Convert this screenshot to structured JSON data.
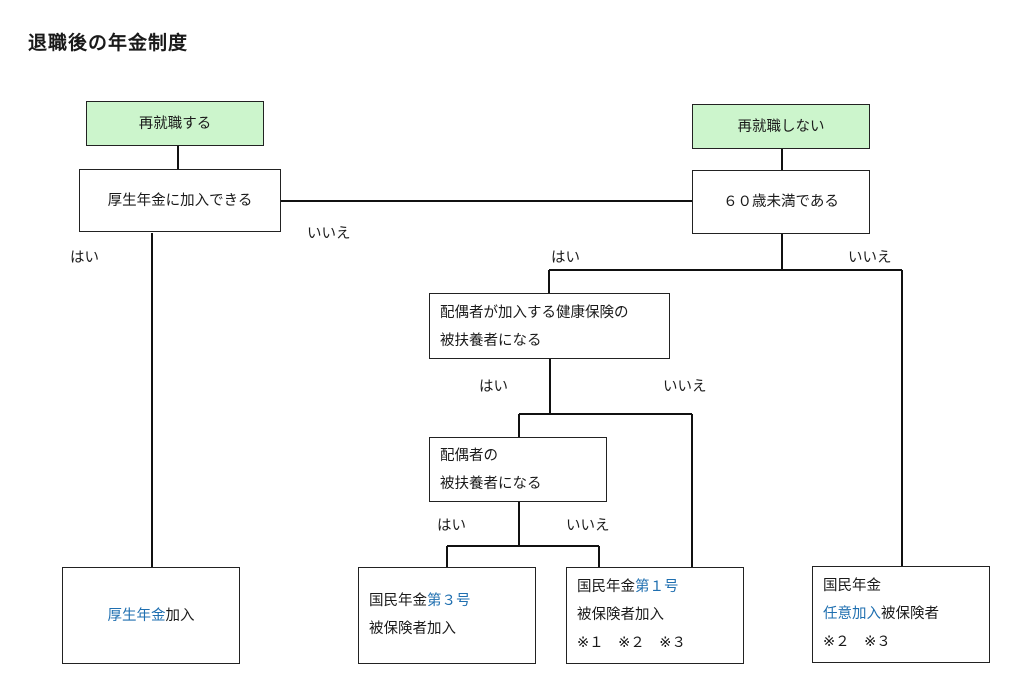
{
  "title": "退職後の年金制度",
  "boxes": {
    "reemploy": "再就職する",
    "no_reemploy": "再就職しない",
    "kosei_q": "厚生年金に加入できる",
    "under60_q": "６０歳未満である",
    "spouse_health_q": [
      "配偶者が加入する健康保険の",
      "被扶養者になる"
    ],
    "spouse_dep_q": [
      "配偶者の",
      "被扶養者になる"
    ],
    "kosei_join": {
      "highlight": "厚生年金",
      "rest": "加入"
    },
    "kokumin3": {
      "prefix": "国民年金",
      "highlight": "第３号",
      "line2": "被保険者加入"
    },
    "kokumin1": {
      "prefix": "国民年金",
      "highlight": "第１号",
      "line2": "被保険者加入",
      "line3": "※１　※２　※３"
    },
    "voluntary": {
      "line1": "国民年金",
      "highlight": "任意加入",
      "rest": "被保険者",
      "line3": "※２　※３"
    }
  },
  "labels": {
    "yes_1": "はい",
    "no_1": "いいえ",
    "yes_2": "はい",
    "no_2": "いいえ",
    "yes_3": "はい",
    "no_3": "いいえ",
    "yes_4": "はい",
    "no_4": "いいえ"
  }
}
